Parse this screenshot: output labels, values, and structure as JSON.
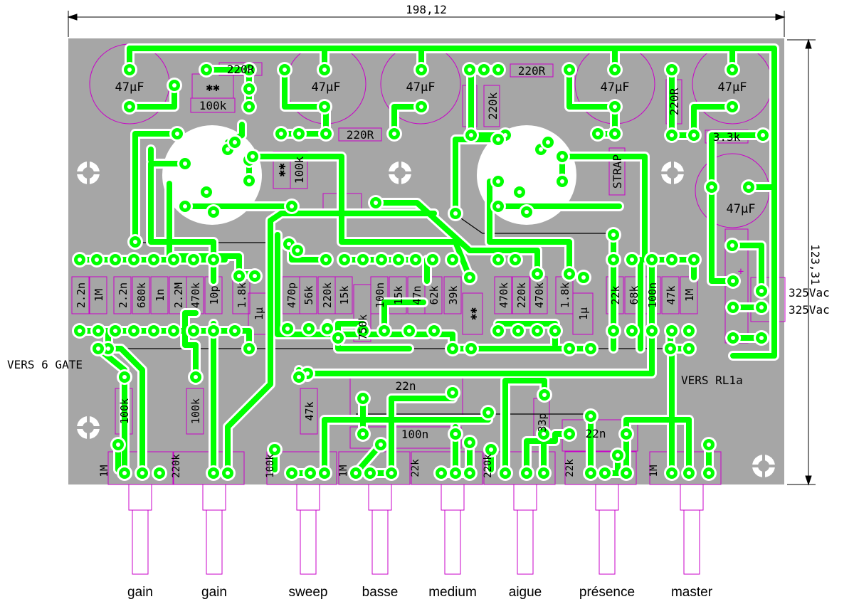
{
  "dimensions": {
    "width": "198,12",
    "height": "123,31"
  },
  "caps_47u": [
    "47µF",
    "47µF",
    "47µF",
    "47µF",
    "47µF",
    "47µF"
  ],
  "top_parts": [
    "220R",
    "✱✱",
    "100k",
    "220R",
    "220R",
    "220k",
    "220R",
    "3.3k",
    "✱✱",
    "100k",
    "STRAP"
  ],
  "row_parts_left": [
    "2.2n",
    "1M",
    "2.2n",
    "680k",
    "1n",
    "2.2M",
    "470k",
    "10p",
    "1.8k",
    "1µ",
    "470p",
    "56k",
    "220k",
    "15k",
    "750k",
    "100n",
    "15k",
    "47n",
    "62k",
    "39k",
    "✱✱"
  ],
  "row_parts_right": [
    "470k",
    "220k",
    "470k",
    "1.8k",
    "1µ",
    "22k",
    "68k",
    "100n",
    "47k",
    "1M"
  ],
  "bottom_parts": [
    "100k",
    "100k",
    "47k",
    "22n",
    "100n",
    "33p",
    "22n"
  ],
  "pots": [
    {
      "value": "1M",
      "name": "gain"
    },
    {
      "value": "220k",
      "name": "gain"
    },
    {
      "value": "100k",
      "name": "sweep"
    },
    {
      "value": "1M",
      "name": "basse"
    },
    {
      "value": "22k",
      "name": "medium"
    },
    {
      "value": "220k",
      "name": "aigue"
    },
    {
      "value": "22k",
      "name": "présence"
    },
    {
      "value": "1M",
      "name": "master"
    }
  ],
  "notes": {
    "vers_gate": "VERS 6 GATE",
    "vers_rl": "VERS RL1a",
    "ac1": "325Vac",
    "ac2": "325Vac",
    "plus": "+"
  },
  "colors": {
    "board": "#a6a6a6",
    "track": "#00ff00",
    "silk": "#c800c8",
    "dimension": "#000000"
  }
}
